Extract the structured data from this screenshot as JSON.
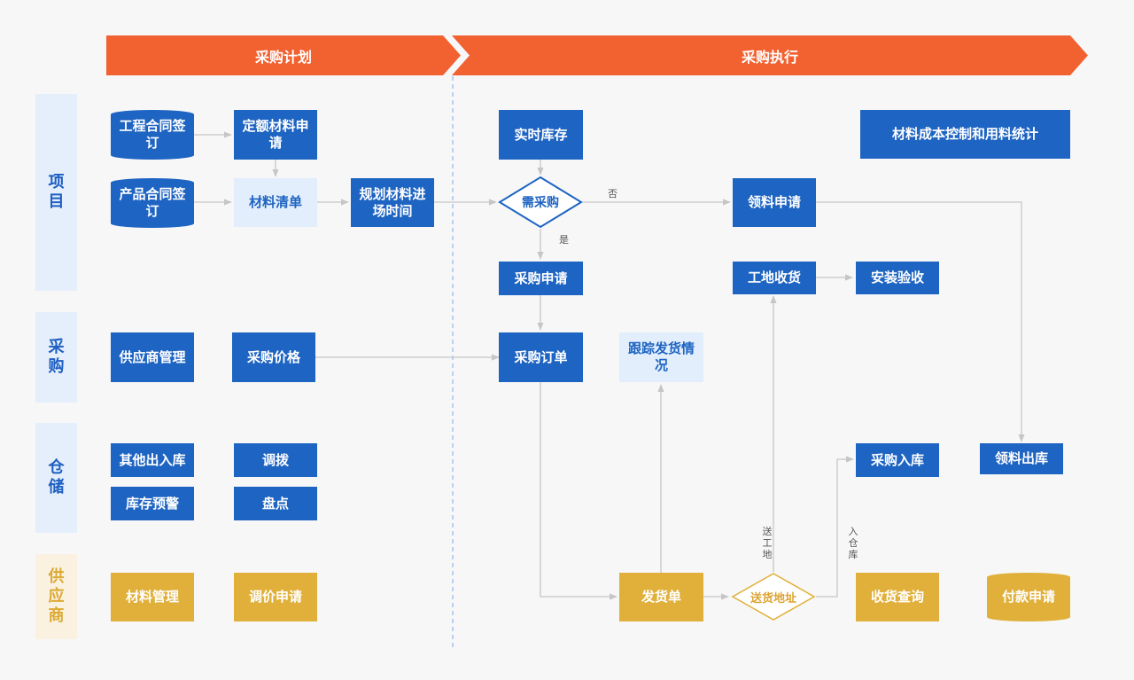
{
  "colors": {
    "banner": "#f26130",
    "primary_blue": "#1e64c2",
    "light_blue_fill": "#e2eefb",
    "gold": "#e0b03a",
    "lane_blue_bg": "#e5effb",
    "lane_supplier_bg": "#fbf1e1",
    "connector": "#c6c6c6",
    "divider": "#9dbbea"
  },
  "phases": {
    "plan": "采购计划",
    "execute": "采购执行"
  },
  "lanes": {
    "project": "项目",
    "purchase": "采购",
    "warehouse": "仓储",
    "supplier": "供应商"
  },
  "nodes": {
    "contract_engineering": "工程合同签订",
    "contract_product": "产品合同签订",
    "quota_request": "定额材料申请",
    "material_list": "材料清单",
    "plan_entry_time": "规划材料进场时间",
    "realtime_stock": "实时库存",
    "need_purchase": "需采购",
    "purchase_request": "采购申请",
    "material_request": "领料申请",
    "cost_control": "材料成本控制和用料统计",
    "site_receive": "工地收货",
    "install_accept": "安装验收",
    "supplier_mgmt": "供应商管理",
    "purchase_price": "采购价格",
    "purchase_order": "采购订单",
    "track_shipping": "跟踪发货情况",
    "other_inout": "其他出入库",
    "transfer": "调拨",
    "stock_alert": "库存预警",
    "inventory_check": "盘点",
    "purchase_inbound": "采购入库",
    "material_outbound": "领料出库",
    "material_mgmt": "材料管理",
    "price_adjust_req": "调价申请",
    "delivery_note": "发货单",
    "delivery_address": "送货地址",
    "receipt_query": "收货查询",
    "payment_request": "付款申请"
  },
  "edge_labels": {
    "no": "否",
    "yes": "是",
    "to_site": "送工地",
    "to_warehouse": "入仓库"
  }
}
